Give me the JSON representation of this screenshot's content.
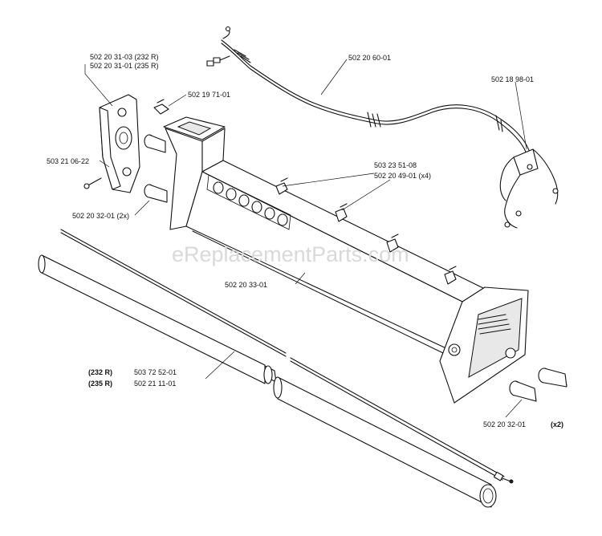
{
  "watermark": "eReplacementParts.com",
  "labels": {
    "handle_232": "502 20 31-03 (232 R)",
    "handle_235": "502 20 31-01 (235 R)",
    "clip_top": "502 19 71-01",
    "screw": "503 21 06-22",
    "cap_left": "502 20 32-01 (2x)",
    "cable": "502 20 60-01",
    "switch": "502 18 98-01",
    "clip_part": "503 23 51-08",
    "clip_x4": "502 20 49-01 (x4)",
    "frame": "502 20 33-01",
    "model_232": "(232 R)",
    "model_235": "(235 R)",
    "tube_232": "503 72 52-01",
    "tube_235": "502 21 11-01",
    "cap_right": "502 20 32-01",
    "cap_right_qty": "(x2)"
  }
}
